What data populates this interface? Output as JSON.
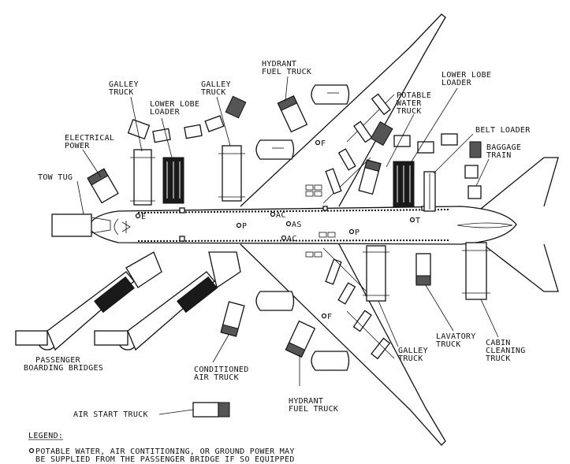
{
  "labels": {
    "galley_truck_top_l": [
      "GALLEY",
      "TRUCK"
    ],
    "galley_truck_top_r": [
      "GALLEY",
      "TRUCK"
    ],
    "lower_lobe_loader_top_l": [
      "LOWER LOBE",
      "LOADER"
    ],
    "hydrant_fuel_truck_top": [
      "HYDRANT",
      "FUEL TRUCK"
    ],
    "electrical_power": [
      "ELECTRICAL",
      "POWER"
    ],
    "tow_tug": [
      "TOW TUG"
    ],
    "potable_water_truck": [
      "POTABLE",
      "WATER",
      "TRUCK"
    ],
    "lower_lobe_loader_top_r": [
      "LOWER LOBE",
      "LOADER"
    ],
    "belt_loader": [
      "BELT LOADER"
    ],
    "baggage_train": [
      "BAGGAGE",
      "TRAIN"
    ],
    "passenger_boarding_bridges": [
      "PASSENGER",
      "BOARDING BRIDGES"
    ],
    "conditioned_air_truck": [
      "CONDITIONED",
      "AIR TRUCK"
    ],
    "galley_truck_bottom": [
      "GALLEY",
      "TRUCK"
    ],
    "lavatory_truck": [
      "LAVATORY",
      "TRUCK"
    ],
    "cabin_cleaning_truck": [
      "CABIN",
      "CLEANING",
      "TRUCK"
    ],
    "hydrant_fuel_truck_bottom": [
      "HYDRANT",
      "FUEL TRUCK"
    ],
    "air_start_truck": [
      "AIR START TRUCK"
    ]
  },
  "service_points": {
    "electrical": "E",
    "potable_water": "P",
    "air_conditioning": "AC",
    "air_start": "AS",
    "fuel": "F",
    "toilet": "T"
  },
  "legend": {
    "title": "LEGEND:",
    "line1": "POTABLE WATER, AIR CONTITIONING, OR GROUND POWER MAY",
    "line2": "BE SUPPLIED FROM THE PASSENGER BRIDGE IF SO EQUIPPED"
  }
}
